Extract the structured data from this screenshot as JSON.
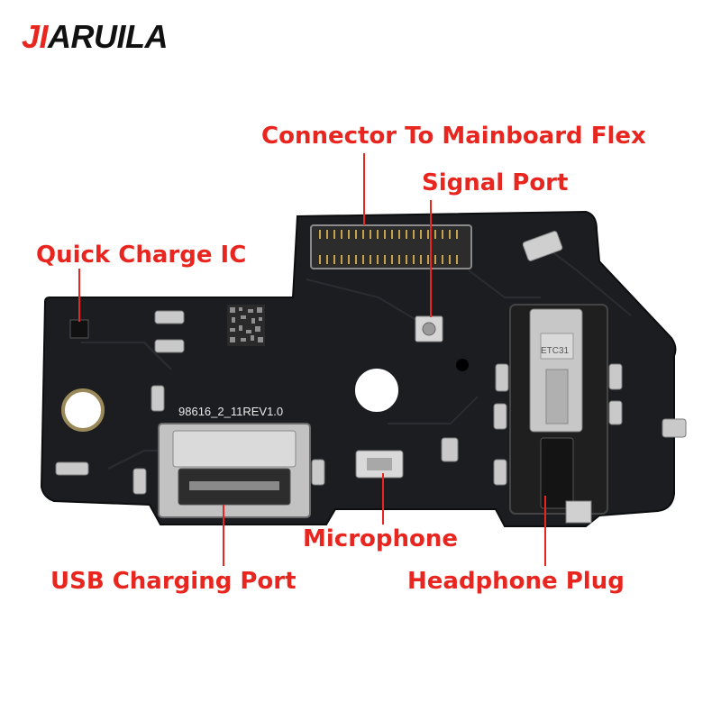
{
  "brand": {
    "prefix": "JI",
    "rest": "ARUILA"
  },
  "labels": {
    "connector": "Connector To Mainboard Flex",
    "signal": "Signal Port",
    "quick_charge": "Quick Charge IC",
    "microphone": "Microphone",
    "usb": "USB Charging Port",
    "headphone": "Headphone Plug"
  },
  "board_text": {
    "silkscreen": "98616_2_11REV1.0",
    "jack_mark": "ETC31"
  },
  "colors": {
    "label_red": "#e8251f",
    "pcb": "#1b1d20",
    "logo_black": "#111111"
  }
}
